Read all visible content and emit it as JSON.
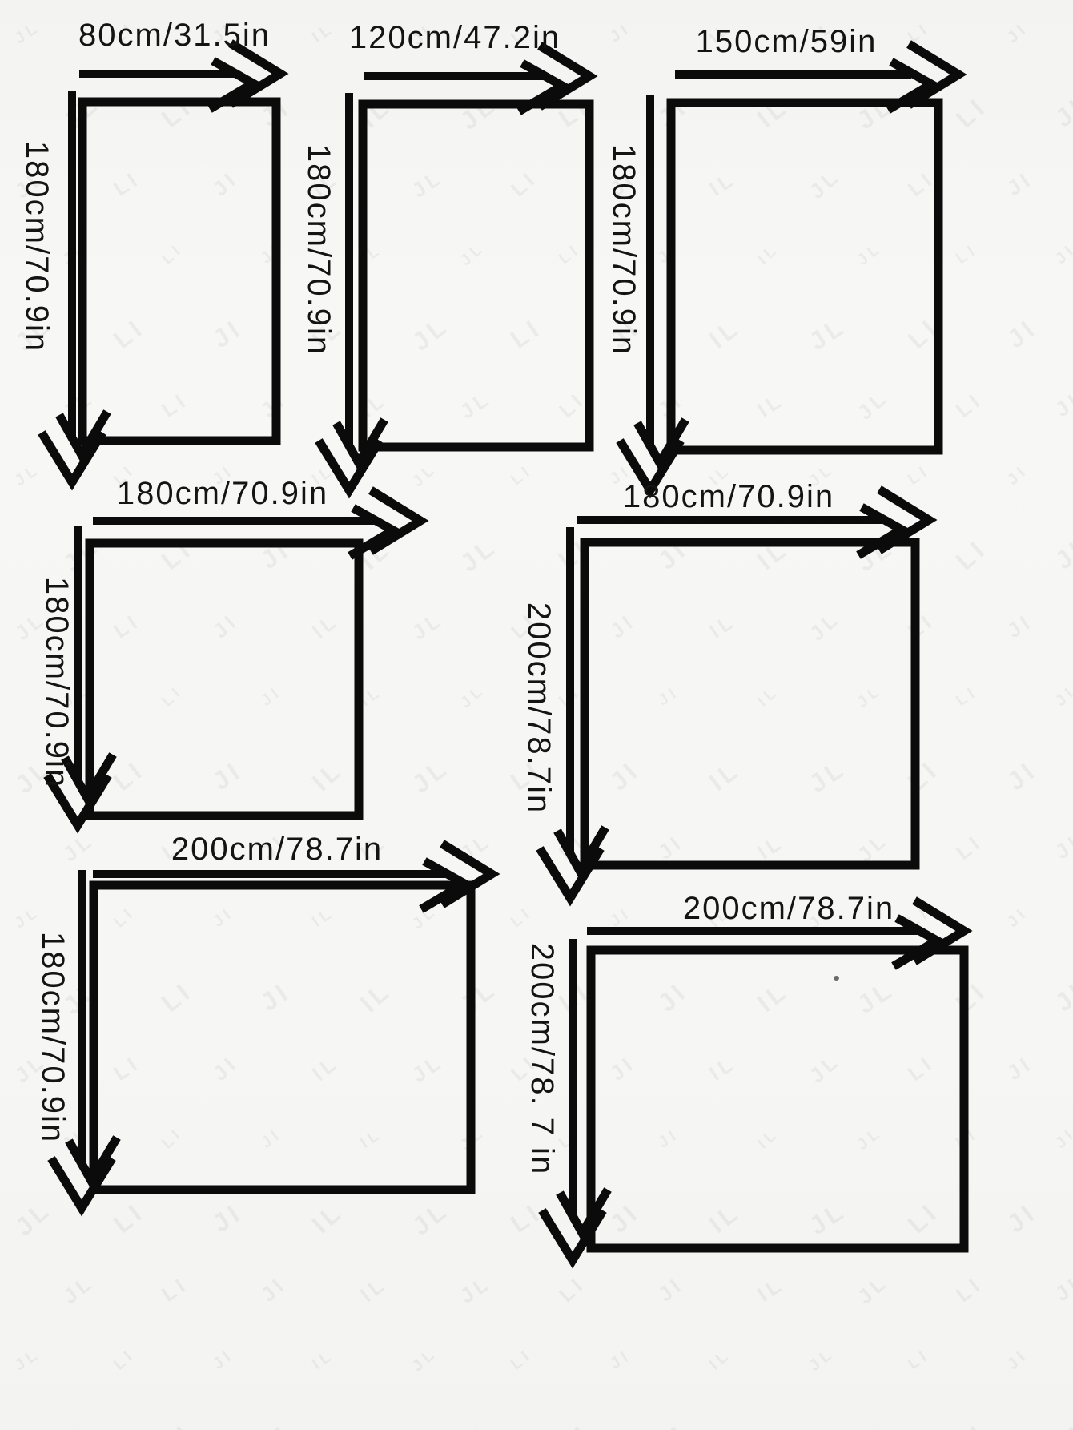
{
  "diagram": {
    "description": "Blanket size chart with dimension arrows",
    "colors": {
      "ink": "#0b0b0b",
      "background": "#f6f6f4",
      "label": "#141414",
      "speck": "#4a4a4a"
    },
    "watermark": {
      "glyphs": [
        "JL",
        "IL",
        "JI",
        "LI"
      ],
      "opacity": 0.05
    }
  },
  "figures": [
    {
      "id": "80x180",
      "width_label": "80cm/31.5in",
      "height_label": "180cm/70.9in"
    },
    {
      "id": "120x180",
      "width_label": "120cm/47.2in",
      "height_label": "180cm/70.9in"
    },
    {
      "id": "150x180",
      "width_label": "150cm/59in",
      "height_label": "180cm/70.9in"
    },
    {
      "id": "180x180",
      "width_label": "180cm/70.9in",
      "height_label": "180cm/70.9in"
    },
    {
      "id": "180x200",
      "width_label": "180cm/70.9in",
      "height_label": "200cm/78.7in"
    },
    {
      "id": "200x180",
      "width_label": "200cm/78.7in",
      "height_label": "180cm/70.9in"
    },
    {
      "id": "200x200",
      "width_label": "200cm/78.7in",
      "height_label": "200cm/78. 7 in"
    }
  ]
}
